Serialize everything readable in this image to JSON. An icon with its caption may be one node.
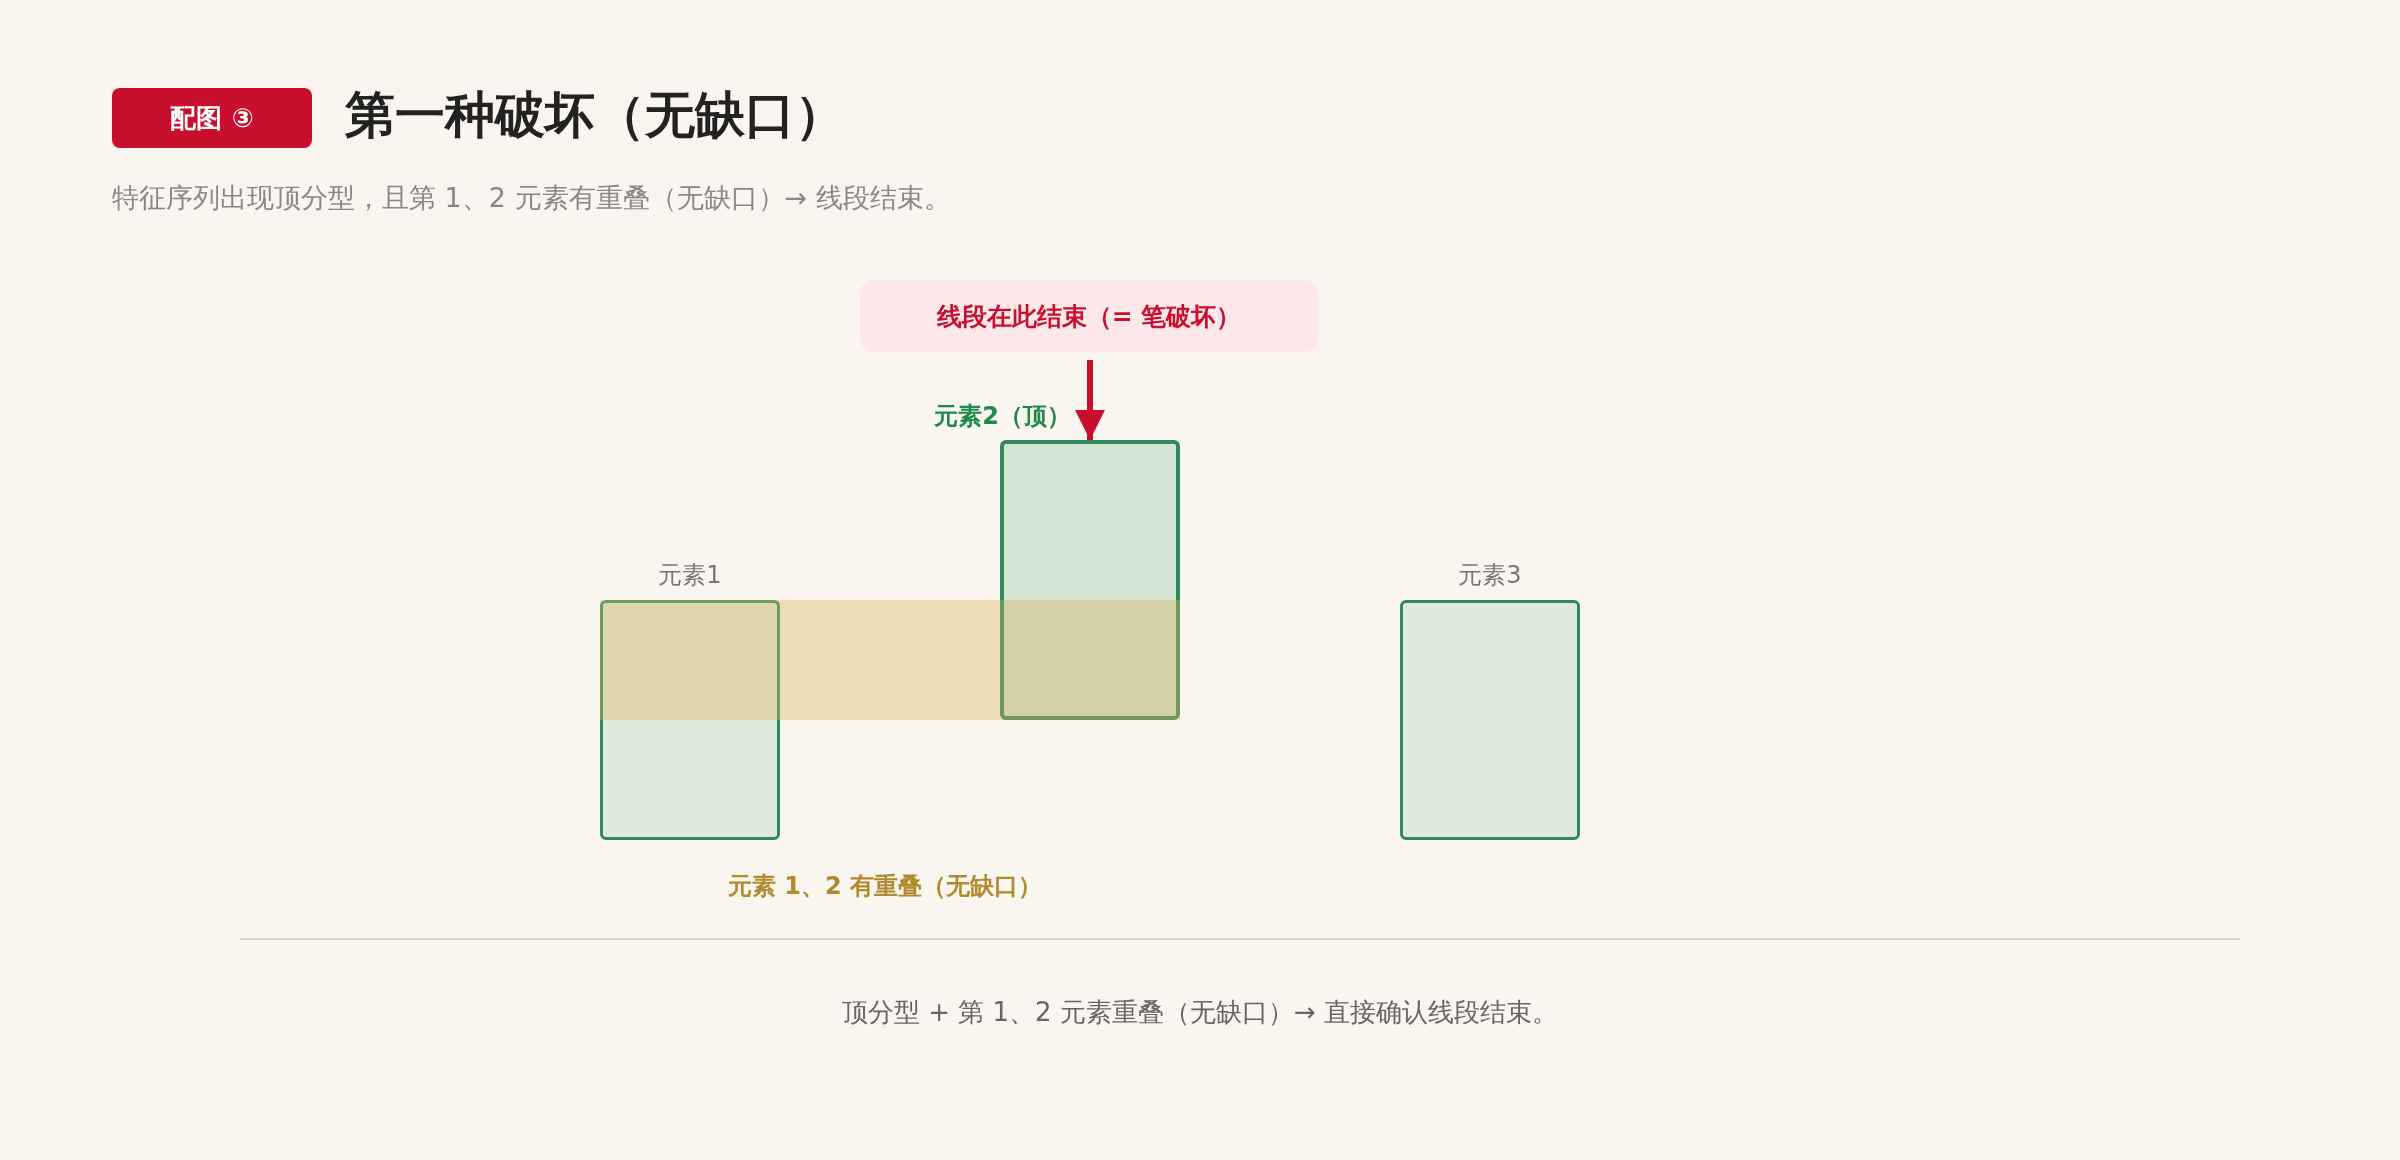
{
  "diagram": {
    "title": "第一种破坏（无缺口）",
    "caption": "顶分型 + 第 1、2 元素重叠（无缺口）→ 直接确认线段结束。",
    "nodes": [
      {
        "text": [
          "线段在此结束（= 笔破坏）"
        ]
      },
      {
        "text": [
          "元素1"
        ]
      },
      {
        "text": [
          "元素2（顶）"
        ]
      },
      {
        "text": [
          "元素3"
        ]
      },
      {
        "text": [],
        "shape": "bar"
      }
    ],
    "edges": [
      {
        "from": 0,
        "to": 2,
        "arrow": "to"
      }
    ],
    "labels": [
      "配图 ③",
      "特征序列出现顶分型，且第 1、2 元素有重叠（无缺口）→ 线段结束。",
      "元素 1、2 有重叠（无缺口）"
    ]
  }
}
